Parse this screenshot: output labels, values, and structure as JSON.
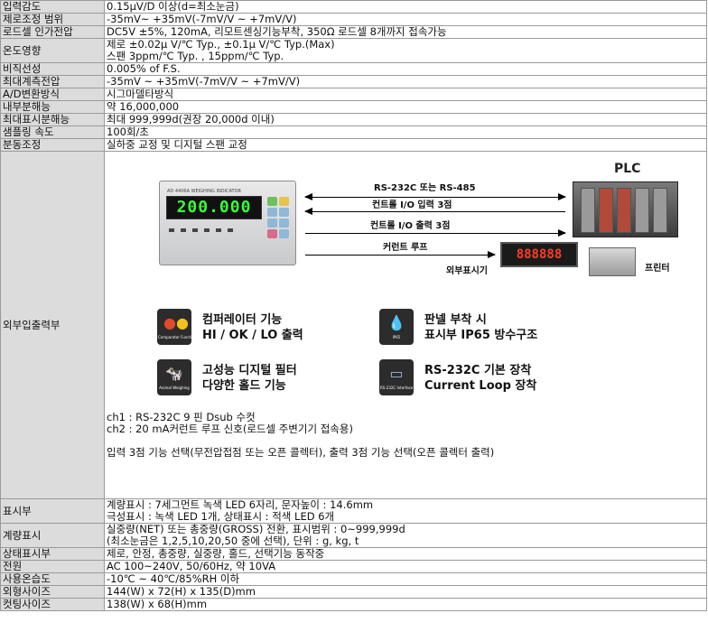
{
  "rows": [
    {
      "key": "입력감도",
      "lines": [
        "0.15μV/D 이상(d=최소눈금)"
      ]
    },
    {
      "key": "제로조정 범위",
      "lines": [
        "-35mV~ +35mV(-7mV/V ~ +7mV/V)"
      ]
    },
    {
      "key": "로드셀 인가전압",
      "lines": [
        "DC5V ±5%, 120mA, 리모트센싱기능부착, 350Ω 로드셀 8개까지 접속가능"
      ]
    },
    {
      "key": "온도영향",
      "lines": [
        "제로 ±0.02μ V/℃ Typ., ±0.1μ V/℃ Typ.(Max)",
        "스팬 3ppm/℃ Typ. , 15ppm/℃ Typ."
      ]
    },
    {
      "key": "비직선성",
      "lines": [
        "0.005% of F.S."
      ]
    },
    {
      "key": "최대계측전압",
      "lines": [
        "-35mV ~ +35mV(-7mV/V ~ +7mV/V)"
      ]
    },
    {
      "key": "A/D변환방식",
      "lines": [
        "시그마델타방식"
      ]
    },
    {
      "key": "내부분해능",
      "lines": [
        "약 16,000,000"
      ]
    },
    {
      "key": "최대표시분해능",
      "lines": [
        "최대 999,999d(권장 20,000d 이내)"
      ]
    },
    {
      "key": "샘플링 속도",
      "lines": [
        "100회/초"
      ]
    },
    {
      "key": "분동조정",
      "lines": [
        "실하중 교정 및 디지털 스팬 교정"
      ]
    }
  ],
  "io": {
    "key": "외부입출력부",
    "figure": {
      "device_brand": "AD 4406A WEIGHING INDICATOR",
      "device_display": "200.000",
      "plc_label": "PLC",
      "arrow1": "RS-232C 또는 RS-485",
      "arrow2": "컨트롤 I/O 입력 3점",
      "arrow3": "컨트롤 I/O 출력 3점",
      "arrow4": "커런트 루프",
      "ext_display": "888888",
      "ext_label": "외부표시기",
      "printer_label": "프린터",
      "features": [
        {
          "icon": "comparator-icon",
          "caption": "Comparator Function",
          "line1": "컴퍼레이터 기능",
          "line2": "HI / OK / LO 출력"
        },
        {
          "icon": "ip65-drop-icon",
          "caption": "IP65",
          "line1": "판넬 부착 시",
          "line2": "표시부 IP65 방수구조"
        },
        {
          "icon": "animal-weighing-icon",
          "caption": "Animal Weighing",
          "line1": "고성능 디지털 필터",
          "line2": "다양한 홀드 기능"
        },
        {
          "icon": "rs232c-interface-icon",
          "caption": "RS-232C Interface",
          "line1": "RS-232C 기본 장착",
          "line2": "Current Loop 장착"
        }
      ]
    },
    "notes": [
      "ch1 : RS-232C   9 핀   Dsub   수컷",
      "ch2 : 20 mA커런트 루프 신호(로드셀 주변기기 접속용)",
      "",
      "입력 3점 기능 선택(무전압접점 또는 오픈 콜렉터), 출력 3점 기능 선택(오픈 콜렉터 출력)"
    ]
  },
  "rows2": [
    {
      "key": "표시부",
      "lines": [
        "계량표시 : 7세그먼트 녹색 LED 6자리, 문자높이 : 14.6mm",
        "극성표시 : 녹색 LED 1개, 상태표시 : 적색 LED 6개"
      ]
    },
    {
      "key": "계량표시",
      "lines": [
        "실중량(NET) 또는 총중량(GROSS) 전환, 표시범위 : 0~999,999d",
        "(최소눈금은 1,2,5,10,20,50 중에 선택), 단위 : g, kg, t"
      ]
    },
    {
      "key": "상태표시부",
      "lines": [
        "제로, 안정, 총중량, 실중량, 홀드, 선택기능 동작중"
      ]
    },
    {
      "key": "전원",
      "lines": [
        "AC 100~240V, 50/60Hz, 약 10VA"
      ]
    },
    {
      "key": "사용온습도",
      "lines": [
        "-10℃ ~ 40℃/85%RH 이하"
      ]
    },
    {
      "key": "외형사이즈",
      "lines": [
        "144(W) x 72(H) x 135(D)mm"
      ]
    },
    {
      "key": "컷팅사이즈",
      "lines": [
        "138(W) x 68(H)mm"
      ]
    }
  ]
}
